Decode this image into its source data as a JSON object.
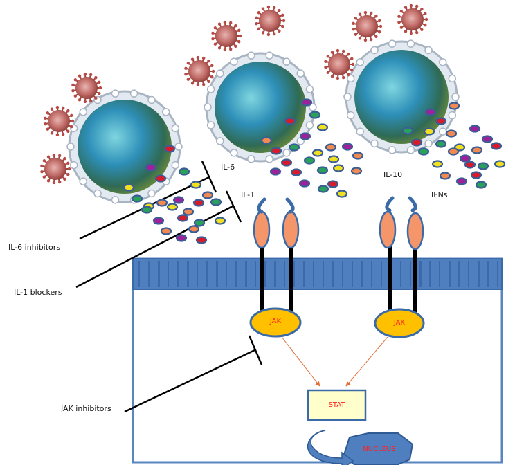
{
  "labels": {
    "il6": "IL-6",
    "il1": "IL-1",
    "il10": "IL-10",
    "ifns": "IFNs",
    "il6_inhibitors": "IL-6 inhibitors",
    "il1_blockers": "IL-1 blockers",
    "jak_inhibitors": "JAK inhibitors",
    "jak_left": "JAK",
    "jak_right": "JAK",
    "stat": "STAT",
    "nucleus": "NUCLEUS"
  },
  "colors": {
    "membrane": "#4f7fbf",
    "cell_outline": "#5a86c0",
    "receptor": "#f4956a",
    "jak": "#ffc000",
    "stat_fill": "#ffffcc",
    "nucleus": "#4f7fbf",
    "text_red": "#ff2020",
    "arrow": "#e0703a",
    "cytokine_colors": [
      "#d91a2a",
      "#2aa15a",
      "#f0e020",
      "#f08a50",
      "#a0209a"
    ],
    "cytokine_ring": "#3a5d95"
  },
  "icons": [
    "virus-icon",
    "immune-cell-icon",
    "receptor-icon",
    "curved-arrow-icon"
  ]
}
